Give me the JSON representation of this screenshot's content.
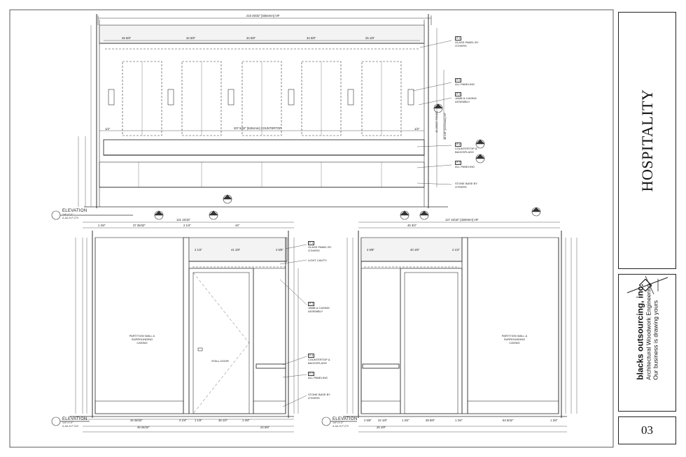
{
  "title_block": {
    "project_title": "HOSPITALITY",
    "company_name": "blacks outsourcing, inc.",
    "company_tagline_1": "Architectural Woodwork Engineering",
    "company_tagline_2": "Our business is drawing yours",
    "page_number": "03"
  },
  "elevations": [
    {
      "label": "ELEVATION",
      "scale": "1/4\"=1'-0\"",
      "ref": "A-AA-H-P-270",
      "overall_dim": "210 25/32\" [5354mm] VIF",
      "countertop_dim": "207 5/32\" [5261mm] COUNTERTOP",
      "top_dims": [
        "25 5/8\"",
        "34 5/8\"",
        "34 5/8\"",
        "34 5/8\"",
        "25 1/8\""
      ],
      "notes": [
        {
          "tag": "P-1",
          "text": "GLASS PANEL BY OTHERS"
        },
        {
          "tag": "P-2",
          "text": "ALL PANELING"
        },
        {
          "tag": "P-3",
          "text": "JAMB & CASING ASSEMBLY"
        },
        {
          "tag": "P-4",
          "text": "COUNTERTOP & BACKSPLASH"
        },
        {
          "tag": "P-2",
          "text": "ALL PANELING"
        },
        {
          "tag": "",
          "text": "STONE BASE BY OTHERS"
        }
      ],
      "side_dims": [
        "42 29/32\" PANEL",
        "48 1/8\" [1222mm] VIF",
        "1/2\"",
        "1/2\""
      ]
    },
    {
      "label": "ELEVATION",
      "scale": "1/4\"=1'-0\"",
      "ref": "A-AA-H-P-310",
      "overall_dim": "121 15/16\"",
      "top_dims": [
        "1 3/4\"",
        "37 25/32\"",
        "2 1/4\"",
        "44\""
      ],
      "mid_dims": [
        "2 1/4\"",
        "41 1/8\"",
        "2 5/8\""
      ],
      "bottom_dims": [
        "34 25/32\"",
        "2 1/4\"",
        "1 1/4\"",
        "35 1/2\"",
        "1 3/4\"",
        "24 5/8\""
      ],
      "bottom_total": "49 25/32\"",
      "notes": [
        {
          "tag": "P-1",
          "text": "GLASS PANEL BY OTHERS"
        },
        {
          "tag": "",
          "text": "LIGHT CAVITY"
        },
        {
          "tag": "P-3",
          "text": "JAMB & CASING ASSEMBLY"
        },
        {
          "tag": "P-4",
          "text": "COUNTERTOP & BACKSPLASH"
        },
        {
          "tag": "P-2",
          "text": "ALL PANELING"
        },
        {
          "tag": "",
          "text": "STONE BASE BY OTHERS"
        }
      ],
      "wall_note": "PARTITION WALL & SURROUNDING CASING",
      "door_note": "STALL DOOR"
    },
    {
      "label": "ELEVATION",
      "scale": "1/4\"=1'-0\"",
      "ref": "A-AA-H-P-270",
      "overall_dim": "127 15/16\" [3250mm] VIF",
      "top_dims": [
        "45 3/4\""
      ],
      "mid_dims": [
        "2 5/8\"",
        "40 1/8\"",
        "2 1/4\""
      ],
      "bottom_dims": [
        "2 5/8\"",
        "22 1/8\"",
        "1 3/4\"",
        "38 5/8\"",
        "1 3/4\"",
        "54 5/32\"",
        "1 3/4\""
      ],
      "bottom_total": "25 1/8\"",
      "wall_note": "PARTITION WALL & SURROUNDING CASING"
    }
  ]
}
